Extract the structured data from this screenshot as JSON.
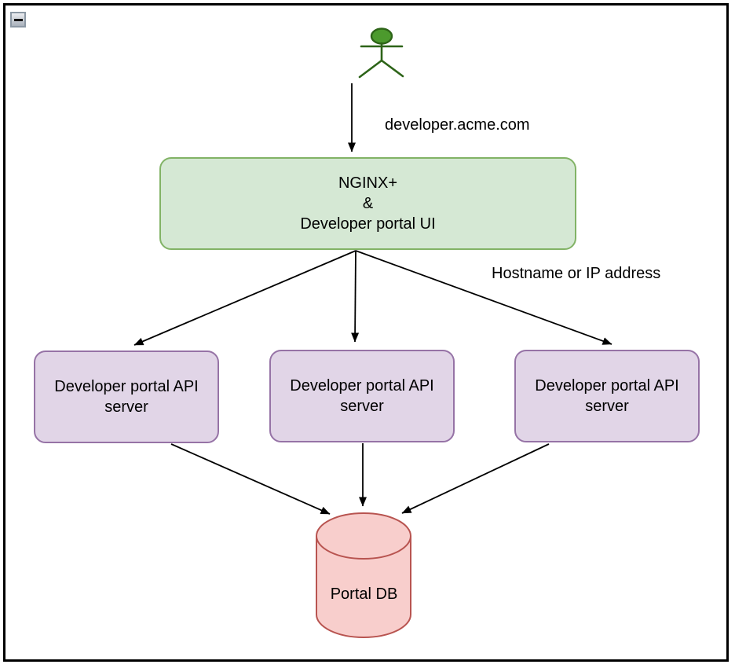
{
  "window": {
    "collapse_button_icon": "minus-icon"
  },
  "labels": {
    "request_host": "developer.acme.com",
    "routing": "Hostname or IP address"
  },
  "nodes": {
    "gateway": {
      "lines": [
        "NGINX+",
        "&",
        "Developer portal UI"
      ]
    },
    "api_servers": [
      {
        "label": "Developer portal API server"
      },
      {
        "label": "Developer portal API server"
      },
      {
        "label": "Developer portal API server"
      }
    ],
    "database": {
      "label": "Portal DB"
    }
  },
  "colors": {
    "gateway_fill": "#d5e8d4",
    "gateway_border": "#82b366",
    "api_server_fill": "#e1d5e7",
    "api_server_border": "#9673a6",
    "database_fill": "#f8cecc",
    "database_border": "#b85450",
    "actor_fill": "#4c9a2d",
    "actor_stroke": "#2d6418",
    "edge": "#000000"
  }
}
